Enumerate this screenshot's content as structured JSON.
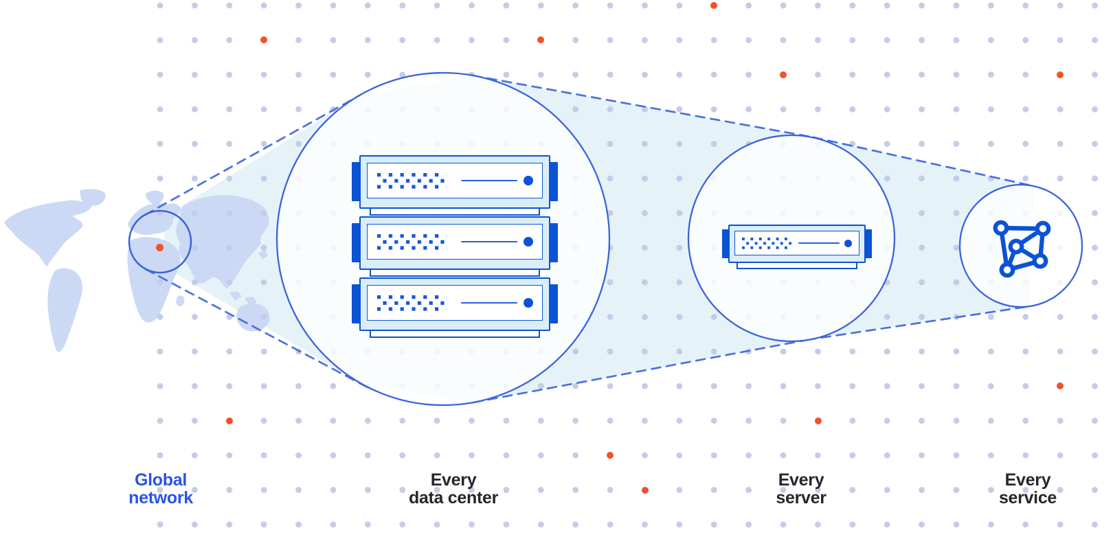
{
  "diagram": {
    "description": "Zoom sequence from a global map into data center, server and service",
    "stages": [
      {
        "id": "global-network",
        "label": "Global\nnetwork",
        "icon": "world-map-focus-circle",
        "label_color": "#2a52e8"
      },
      {
        "id": "every-data-center",
        "label": "Every\ndata center",
        "icon": "server-rack",
        "label_color": "#26262b",
        "server_count": 3
      },
      {
        "id": "every-server",
        "label": "Every\nserver",
        "icon": "server-unit",
        "label_color": "#26262b",
        "server_count": 1
      },
      {
        "id": "every-service",
        "label": "Every\nservice",
        "icon": "network-mesh-icon",
        "label_color": "#26262b"
      }
    ],
    "colors": {
      "accent_orange": "#f4502a",
      "hardware_blue": "#0c52d4",
      "hardware_fill": "#d9eef8",
      "circle_stroke": "#3c63da",
      "dash_blue": "#4d70de",
      "beam_teal": "#e5f3f8",
      "map_blue": "#ccd9f4",
      "grid_dot": "#c3cce8",
      "text_dark": "#26262b",
      "text_blue": "#2a52e8"
    }
  }
}
